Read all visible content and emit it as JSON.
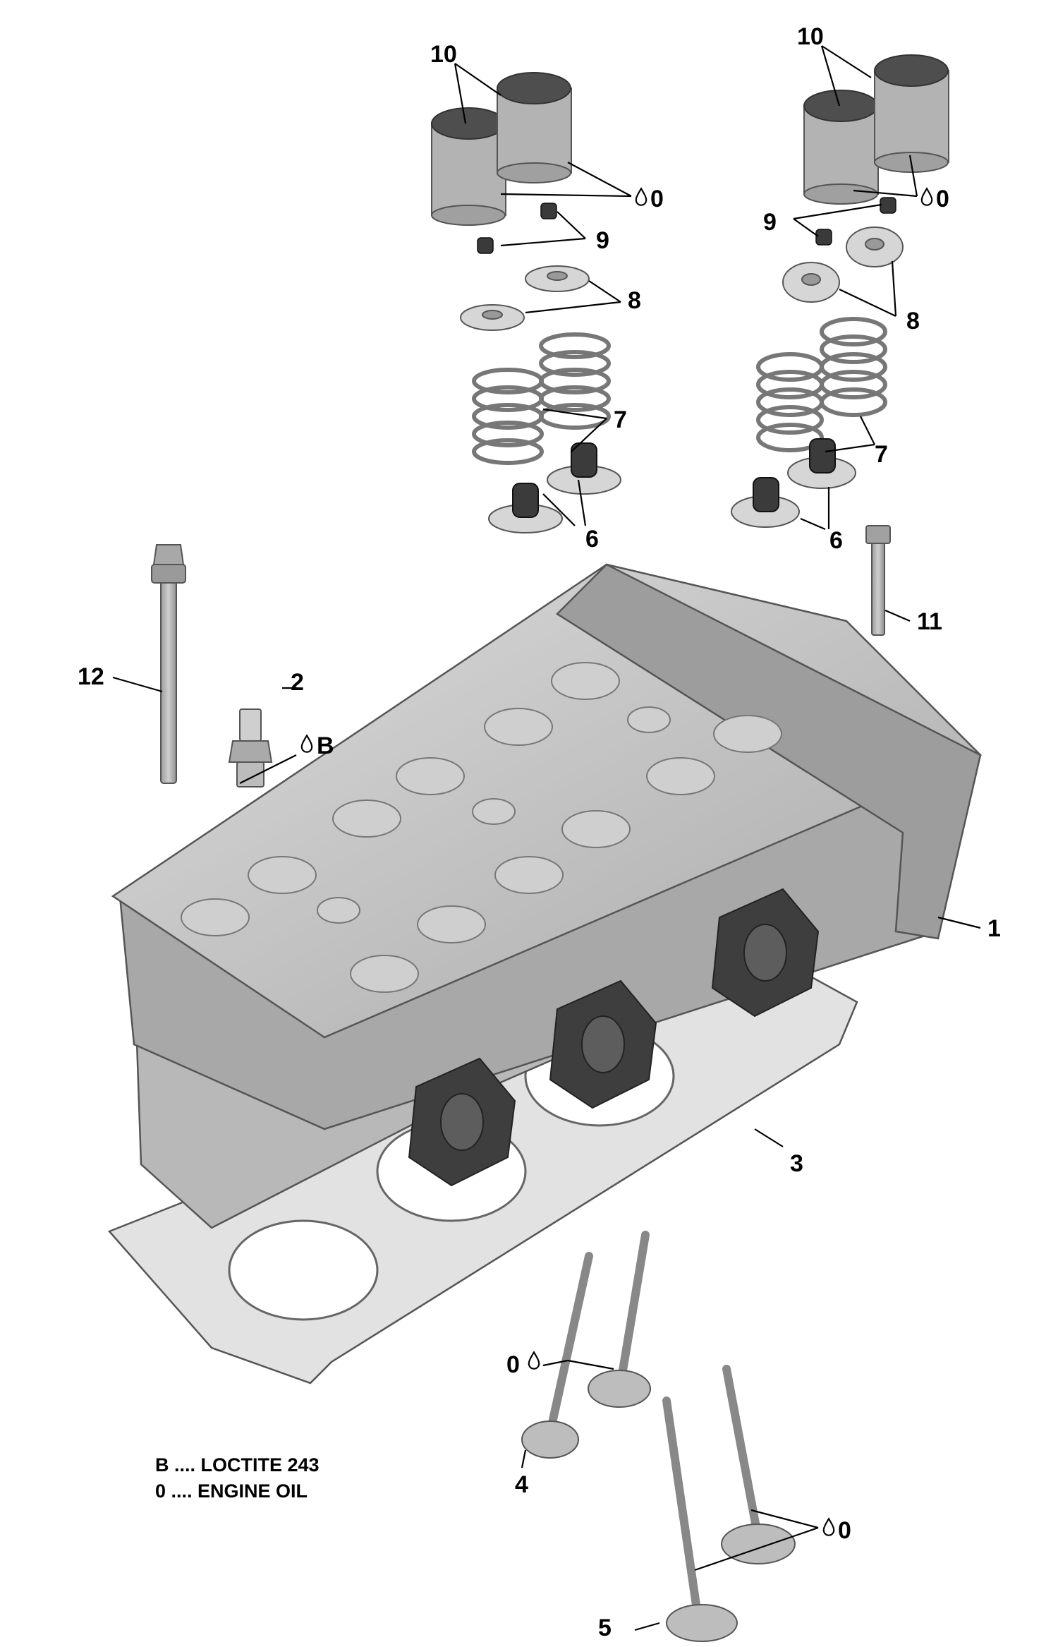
{
  "callouts": {
    "c1": "1",
    "c2": "2",
    "c3": "3",
    "c4": "4",
    "c5": "5",
    "c6a": "6",
    "c6b": "6",
    "c7a": "7",
    "c7b": "7",
    "c8a": "8",
    "c8b": "8",
    "c9a": "9",
    "c9b": "9",
    "c10a": "10",
    "c10b": "10",
    "c11": "11",
    "c12": "12",
    "oil_a": "0",
    "oil_b": "0",
    "oil_c": "0",
    "oil_d": "0",
    "loctite": "B"
  },
  "legend": {
    "line_b": "B .... LOCTITE 243",
    "line_o": "0 .... ENGINE OIL"
  },
  "colors": {
    "part_fill": "#c8c8c8",
    "part_dark": "#8a8a8a",
    "gasket": "#e4e4e4",
    "line": "#000000"
  }
}
